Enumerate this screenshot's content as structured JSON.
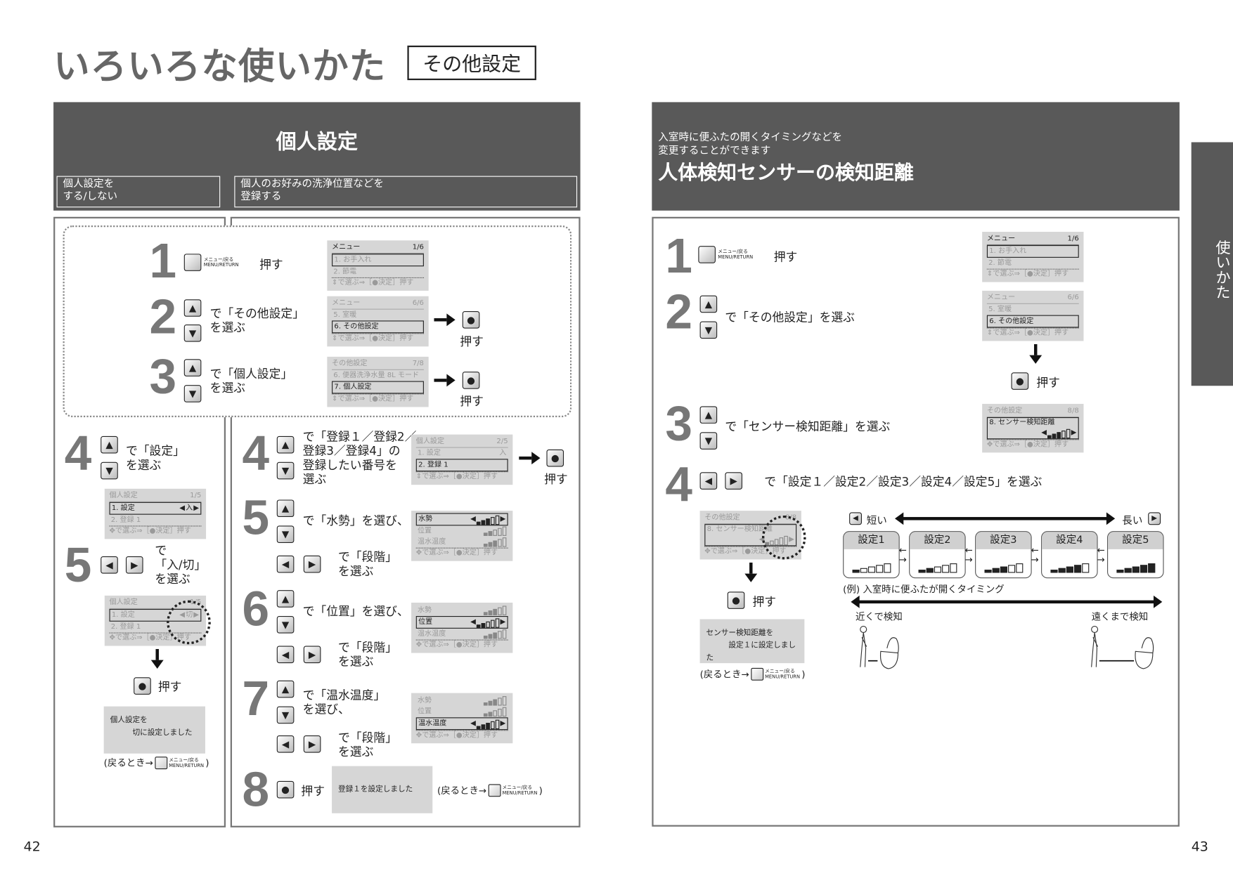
{
  "page_title": "いろいろな使いかた",
  "section_badge": "その他設定",
  "side_tab": "使いかた",
  "common": {
    "push": "押す",
    "lcd_footer": "で選ぶ⇒［●決定］押す",
    "menu_label_jp": "メニュー/戻る",
    "menu_label_en": "MENU/RETURN",
    "return_prefix": "(戻るとき→",
    "return_suffix": ")"
  },
  "left": {
    "page_number": "42",
    "header_title": "個人設定",
    "sub_left": "個人設定を\nする/しない",
    "sub_right": "個人のお好みの洗浄位置などを\n登録する",
    "shared_steps": [
      {
        "num": "1",
        "text": "押す"
      },
      {
        "num": "2",
        "text": "で「その他設定」\nを選ぶ"
      },
      {
        "num": "3",
        "text": "で「個人設定」\nを選ぶ"
      }
    ],
    "onoff_steps": [
      {
        "num": "4",
        "text": "で「設定」\nを選ぶ"
      },
      {
        "num": "5",
        "text": "で\n「入/切」\nを選ぶ"
      }
    ],
    "onoff_message": "個人設定を\n　　　切に設定しました",
    "register_steps": [
      {
        "num": "4",
        "text": "で「登録１／登録2／\n登録3／登録4」の\n登録したい番号を\n選ぶ"
      },
      {
        "num": "5",
        "text": "で「水勢」を選び、",
        "text2": "で「段階」\nを選ぶ"
      },
      {
        "num": "6",
        "text": "で「位置」を選び、",
        "text2": "で「段階」\nを選ぶ"
      },
      {
        "num": "7",
        "text": "で「温水温度」\nを選び、",
        "text2": "で「段階」\nを選ぶ"
      },
      {
        "num": "8",
        "text": "押す"
      }
    ],
    "register_message": "登録１を設定しました"
  },
  "right": {
    "page_number": "43",
    "header_intro": "入室時に便ふたの開くタイミングなどを\n変更することができます",
    "header_title": "人体検知センサーの検知距離",
    "steps": [
      {
        "num": "1",
        "text": "押す"
      },
      {
        "num": "2",
        "text": "で「その他設定」を選ぶ"
      },
      {
        "num": "3",
        "text": "で「センサー検知距離」を選ぶ"
      },
      {
        "num": "4",
        "text": "で「設定１／設定2／設定3／設定4／設定5」を選ぶ"
      }
    ],
    "message": "センサー検知距離を\n　　　設定１に設定しました",
    "diagram": {
      "short": "短い",
      "long": "長い",
      "settings": [
        {
          "label": "設定1",
          "level": 1
        },
        {
          "label": "設定2",
          "level": 2
        },
        {
          "label": "設定3",
          "level": 3
        },
        {
          "label": "設定4",
          "level": 4
        },
        {
          "label": "設定5",
          "level": 5
        }
      ],
      "caption": "(例)  入室時に便ふたが開くタイミング",
      "near": "近くで検知",
      "far": "遠くまで検知"
    }
  },
  "lcds": {
    "l1": {
      "title": "メニュー",
      "page": "1/6",
      "footer_icon": "up-down-icon",
      "rows": [
        {
          "text": "1. お手入れ",
          "selected": true,
          "dim": true
        },
        {
          "text": "2. 節電",
          "dim": true
        }
      ]
    },
    "l2": {
      "title": "メニュー",
      "page": "6/6",
      "title_dim": true,
      "footer_icon": "up-down-icon",
      "rows": [
        {
          "text": "5. 室暖",
          "dim": true
        },
        {
          "text": "6. その他設定",
          "selected": true
        }
      ]
    },
    "l3": {
      "title": "その他設定",
      "page": "7/8",
      "title_dim": true,
      "footer_icon": "up-down-icon",
      "rows": [
        {
          "text": "6. 便器洗浄水量 8L モード",
          "dim": true
        },
        {
          "text": "7. 個人設定",
          "selected": true
        }
      ]
    },
    "l4": {
      "title": "個人設定",
      "page": "1/5",
      "title_dim": true,
      "footer_icon": "four-way-icon",
      "rows": [
        {
          "text": "1. 設定",
          "selected": true,
          "value": "入",
          "arrows": true
        },
        {
          "text": "2. 登録 1",
          "dim": true
        }
      ]
    },
    "l5": {
      "title": "個人設定",
      "page": "1/5",
      "title_dim": true,
      "footer_icon": "four-way-icon",
      "highlight": true,
      "rows": [
        {
          "text": "1. 設定",
          "selected": true,
          "dim": true,
          "value": "切",
          "arrows": true
        },
        {
          "text": "2. 登録 1",
          "dim": true
        }
      ]
    },
    "r4": {
      "title": "個人設定",
      "page": "2/5",
      "title_dim": true,
      "footer_icon": "up-down-icon",
      "rows": [
        {
          "text": "1. 設定",
          "dim": true,
          "value": "入"
        },
        {
          "text": "2. 登録 1",
          "selected": true
        }
      ]
    },
    "r5": {
      "footer_icon": "four-way-icon",
      "rows": [
        {
          "text": "水勢",
          "selected": true,
          "level": 3,
          "arrows": true
        },
        {
          "text": "位置",
          "dim": true,
          "level": 2
        },
        {
          "text": "温水温度",
          "dim": true,
          "level": 3
        }
      ]
    },
    "r6": {
      "footer_icon": "four-way-icon",
      "rows": [
        {
          "text": "水勢",
          "dim": true,
          "level": 3
        },
        {
          "text": "位置",
          "selected": true,
          "level": 2,
          "arrows": true
        },
        {
          "text": "温水温度",
          "dim": true,
          "level": 3
        }
      ]
    },
    "r7": {
      "footer_icon": "four-way-icon",
      "rows": [
        {
          "text": "水勢",
          "dim": true,
          "level": 3
        },
        {
          "text": "位置",
          "dim": true,
          "level": 2
        },
        {
          "text": "温水温度",
          "selected": true,
          "level": 3,
          "arrows": true
        }
      ]
    },
    "p1": {
      "title": "メニュー",
      "page": "1/6",
      "footer_icon": "up-down-icon",
      "rows": [
        {
          "text": "1. お手入れ",
          "selected": true,
          "dim": true
        },
        {
          "text": "2. 節電",
          "dim": true
        }
      ]
    },
    "p2": {
      "title": "メニュー",
      "page": "6/6",
      "title_dim": true,
      "footer_icon": "up-down-icon",
      "rows": [
        {
          "text": "5. 室暖",
          "dim": true
        },
        {
          "text": "6. その他設定",
          "selected": true
        }
      ]
    },
    "p3": {
      "title": "その他設定",
      "page": "8/8",
      "title_dim": true,
      "footer_icon": "four-way-icon",
      "rows": [
        {
          "text": "8. センサー検知距離",
          "selected": true,
          "two": true,
          "level": 3,
          "arrows": true
        }
      ]
    },
    "p4": {
      "title": "その他設定",
      "page": "8/8",
      "title_dim": true,
      "footer_icon": "four-way-icon",
      "highlight": true,
      "rows": [
        {
          "text": "8. センサー検知距離",
          "selected": true,
          "dim": true,
          "two": true,
          "level": 1,
          "arrows": true
        }
      ]
    }
  }
}
